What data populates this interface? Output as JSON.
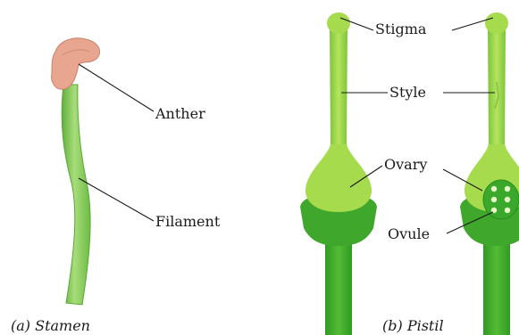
{
  "stamen": {
    "labels": {
      "anther": "Anther",
      "filament": "Filament"
    },
    "caption": "(a) Stamen",
    "colors": {
      "anther": "#e8a690",
      "filament": "#8fce5a"
    }
  },
  "pistil": {
    "labels": {
      "stigma": "Stigma",
      "style": "Style",
      "ovary": "Ovary",
      "ovule": "Ovule"
    },
    "caption": "(b) Pistil",
    "colors": {
      "light": "#9fd84c",
      "dark": "#3da52a",
      "ovule": "#e8f7c8"
    }
  }
}
